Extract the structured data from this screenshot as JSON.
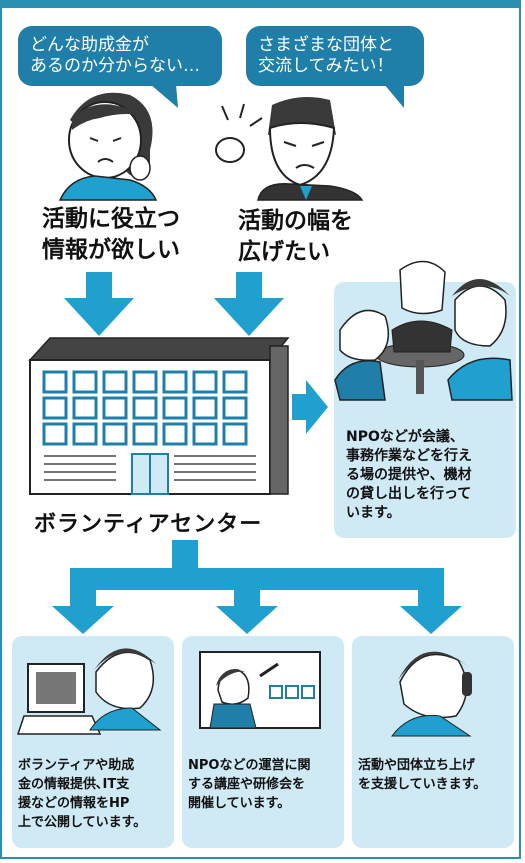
{
  "bubbles": [
    {
      "line1": "どんな助成金が",
      "line2": "あるのか分からない…"
    },
    {
      "line1": "さまざまな団体と",
      "line2": "交流してみたい！"
    }
  ],
  "needs": [
    {
      "line1": "活動に役立つ",
      "line2": "情報が欲しい"
    },
    {
      "line1": "活動の幅を",
      "line2": "広げたい"
    }
  ],
  "center": {
    "title": "ボランティアセンター"
  },
  "side_panel": {
    "lines": [
      "NPOなどが会議、",
      "事務作業などを行え",
      "る場の提供や、機材",
      "の貸し出しを行って",
      "います。"
    ]
  },
  "bottom_panels": [
    {
      "lines": [
        "ボランティアや助成",
        "金の情報提供､IT支",
        "援などの情報をHP",
        "上で公開しています。"
      ]
    },
    {
      "lines": [
        "NPOなどの運営に関",
        "する講座や研修会を",
        "開催しています。"
      ]
    },
    {
      "lines": [
        "活動や団体立ち上げ",
        "を支援していきます。"
      ]
    }
  ],
  "colors": {
    "accent": "#1fa0cf",
    "panel_bg": "#cfe9f5",
    "frame": "#2a8fb0",
    "bubble": "#1f7fa8"
  }
}
